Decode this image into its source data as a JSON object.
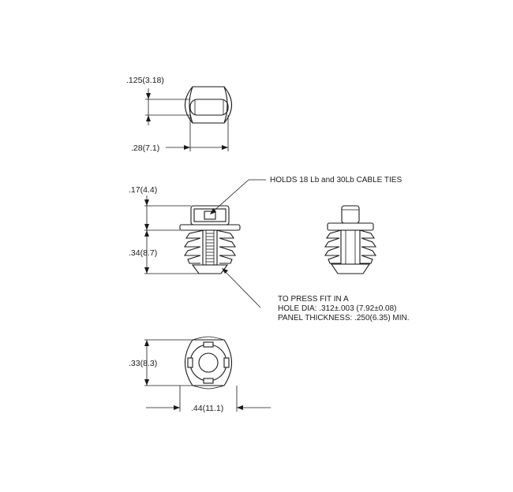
{
  "dimensions": {
    "slot_width": ".125(3.18)",
    "top_width": ".28(7.1)",
    "head_height": ".17(4.4)",
    "body_height": ".34(8.7)",
    "bottom_height": ".33(8.3)",
    "bottom_width": ".44(11.1)"
  },
  "notes": {
    "cable_ties": "HOLDS 18 Lb and 30Lb  CABLE TIES",
    "press_fit_line1": "TO PRESS FIT IN A",
    "press_fit_line2": "HOLE DIA: .312±.003 (7.92±0.08)",
    "press_fit_line3": "PANEL THICKNESS: .250(6.35) MIN."
  }
}
